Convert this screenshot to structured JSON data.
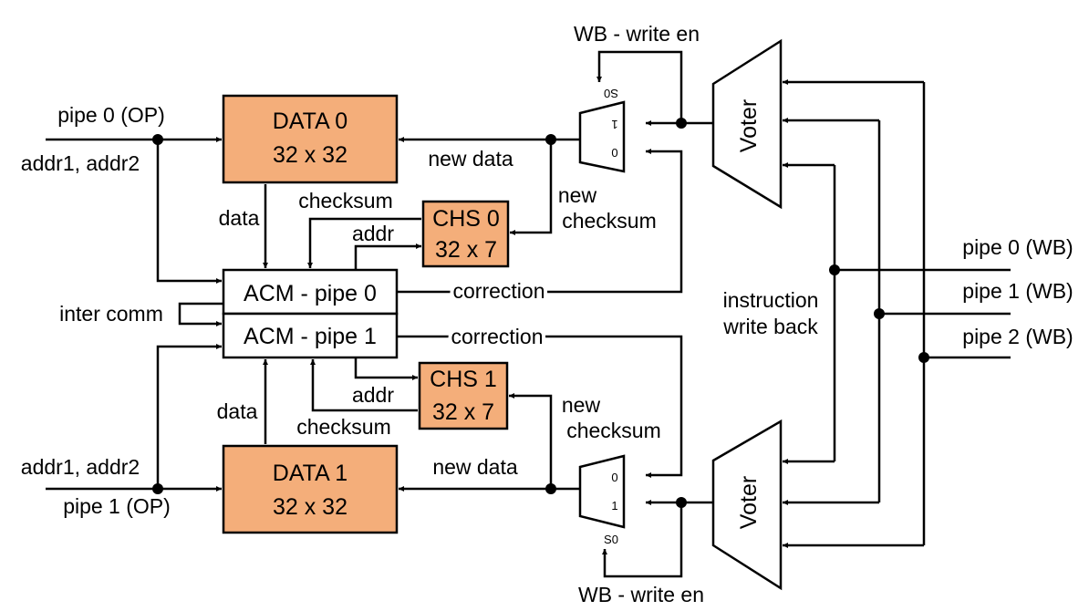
{
  "blocks": {
    "data0": {
      "name": "DATA 0",
      "size": "32 x 32"
    },
    "data1": {
      "name": "DATA 1",
      "size": "32 x 32"
    },
    "chs0": {
      "name": "CHS 0",
      "size": "32 x 7"
    },
    "chs1": {
      "name": "CHS 1",
      "size": "32 x 7"
    },
    "acm0": "ACM - pipe 0",
    "acm1": "ACM - pipe 1",
    "voter_top": "Voter",
    "voter_bottom": "Voter"
  },
  "mux": {
    "top": {
      "select": "S0",
      "in1": "1",
      "in0": "0"
    },
    "bottom": {
      "select": "S0",
      "in0": "0",
      "in1": "1"
    }
  },
  "labels": {
    "pipe0_op": "pipe 0 (OP)",
    "addr_top": "addr1, addr2",
    "addr_bottom": "addr1, addr2",
    "pipe1_op": "pipe 1 (OP)",
    "wb_write_en_top": "WB - write en",
    "wb_write_en_bottom": "WB - write en",
    "new_data_top": "new data",
    "new_data_bottom": "new data",
    "data_top": "data",
    "data_bottom": "data",
    "checksum_top": "checksum",
    "checksum_bottom": "checksum",
    "addr_chs_top": "addr",
    "addr_chs_bottom": "addr",
    "new_checksum_top": [
      "new",
      "checksum"
    ],
    "new_checksum_bottom": [
      "new",
      "checksum"
    ],
    "correction_top": "correction",
    "correction_bottom": "correction",
    "inter_comm": "inter comm",
    "instruction_write_back": [
      "instruction",
      "write back"
    ],
    "pipe0_wb": "pipe 0 (WB)",
    "pipe1_wb": "pipe 1 (WB)",
    "pipe2_wb": "pipe 2 (WB)"
  }
}
